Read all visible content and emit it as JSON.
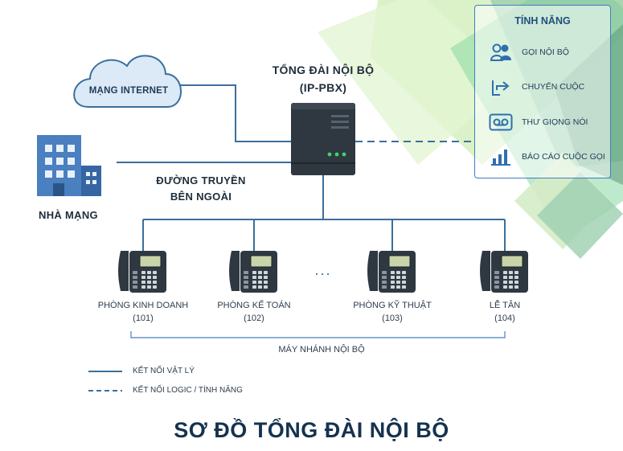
{
  "title": "SƠ ĐỒ TỔNG ĐÀI NỘI BỘ",
  "internet_label": "MẠNG INTERNET",
  "pbx_label_line1": "TỔNG ĐÀI NỘI BỘ",
  "pbx_label_line2": "(IP-PBX)",
  "provider_label": "NHÀ MẠNG",
  "external_line_label_1": "ĐƯỜNG TRUYỀN",
  "external_line_label_2": "BÊN NGOÀI",
  "features": {
    "title": "TÍNH NĂNG",
    "items": [
      {
        "label": "GỌI NỘI BỘ",
        "icon": "users-icon"
      },
      {
        "label": "CHUYỂN CUỘC",
        "icon": "call-forward-icon"
      },
      {
        "label": "THƯ GIỌNG NÓI",
        "icon": "voicemail-icon"
      },
      {
        "label": "BÁO CÁO CUỘC GỌI",
        "icon": "bar-chart-icon"
      }
    ]
  },
  "extensions": [
    {
      "name": "PHÒNG KINH DOANH",
      "number": "(101)"
    },
    {
      "name": "PHÒNG KẾ TOÁN",
      "number": "(102)"
    },
    {
      "name": "PHÒNG KỸ THUẬT",
      "number": "(103)"
    },
    {
      "name": "LỄ TÂN",
      "number": "(104)"
    }
  ],
  "ellipsis": "...",
  "extensions_group_label": "MÁY NHÁNH NỘI BỘ",
  "legend": {
    "physical": "KẾT NỐI VẬT LÝ",
    "logical": "KẾT NỐI LOGIC / TÍNH NĂNG"
  },
  "colors": {
    "line": "#3a6f9e",
    "accent": "#3f7fbf",
    "building": "#4a7fc0",
    "device": "#2f3840",
    "led": "#3fd46a",
    "green_light": "#c9ecb0",
    "green_mid": "#7fd4a0",
    "green_dark": "#5aa378"
  }
}
